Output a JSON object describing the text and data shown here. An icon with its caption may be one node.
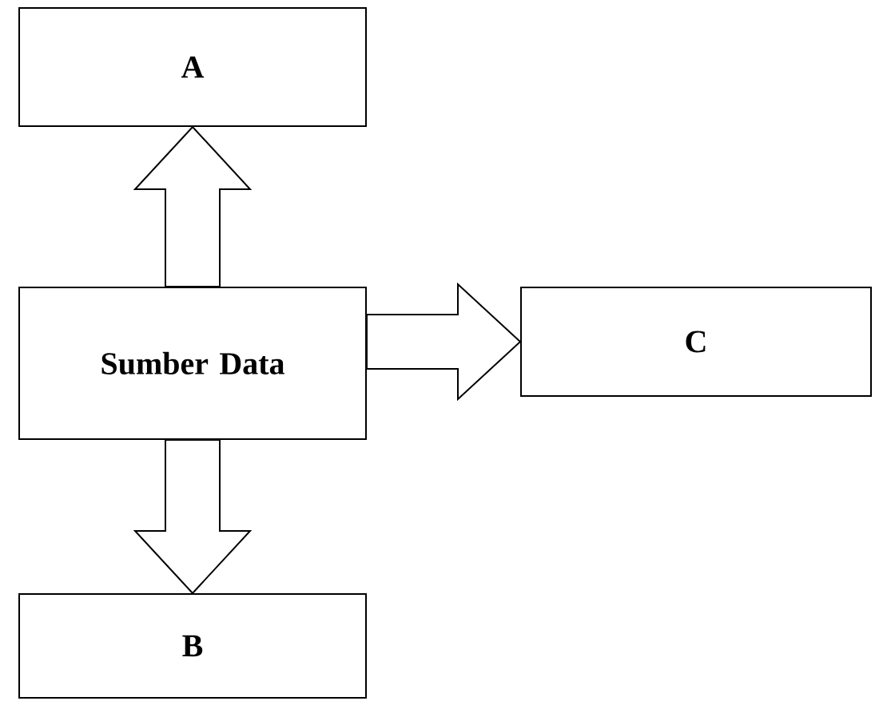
{
  "diagram": {
    "nodes": [
      {
        "text": [
          "A"
        ]
      },
      {
        "text": [
          "Sumber Data"
        ]
      },
      {
        "text": [
          "C"
        ]
      },
      {
        "text": [
          "B"
        ]
      }
    ],
    "edges": [
      {
        "from": 1,
        "to": 0,
        "arrow": "to"
      },
      {
        "from": 1,
        "to": 2,
        "arrow": "to"
      },
      {
        "from": 1,
        "to": 3,
        "arrow": "to"
      }
    ]
  }
}
